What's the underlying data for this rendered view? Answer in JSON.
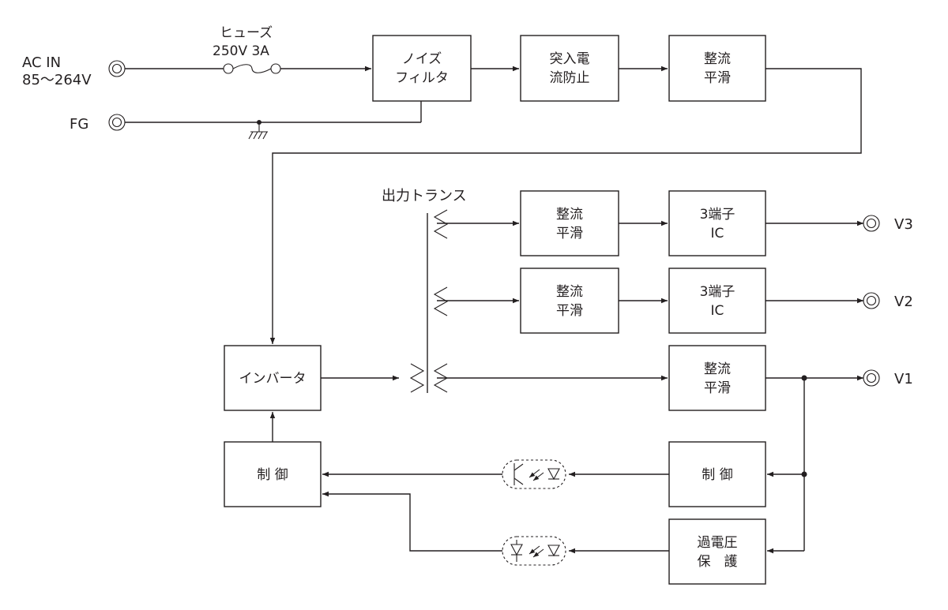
{
  "inputs": {
    "ac_in_line1": "AC IN",
    "ac_in_line2": "85～264V",
    "fg": "FG"
  },
  "fuse": {
    "line1": "ヒューズ",
    "line2": "250V 3A"
  },
  "transformer_label": "出力トランス",
  "blocks": {
    "noise_filter": [
      "ノイズ",
      "フィルタ"
    ],
    "inrush": [
      "突入電",
      "流防止"
    ],
    "rect_main": [
      "整流",
      "平滑"
    ],
    "inverter": "インバータ",
    "control_primary": "制 御",
    "rect_v3": [
      "整流",
      "平滑"
    ],
    "reg_v3": [
      "3端子",
      "IC"
    ],
    "rect_v2": [
      "整流",
      "平滑"
    ],
    "reg_v2": [
      "3端子",
      "IC"
    ],
    "rect_v1": [
      "整流",
      "平滑"
    ],
    "control_secondary": "制 御",
    "ovp": [
      "過電圧",
      "保　護"
    ]
  },
  "outputs": {
    "v3": "V3",
    "v2": "V2",
    "v1": "V1"
  }
}
